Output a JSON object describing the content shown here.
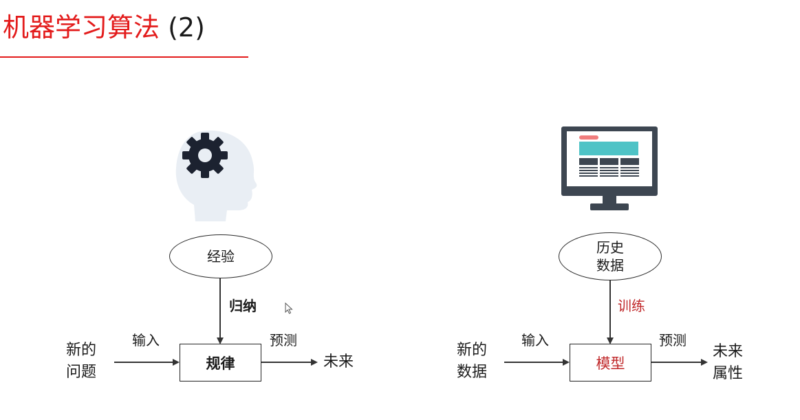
{
  "slide": {
    "title_cjk": "机器学习算法",
    "title_num": "(2)"
  },
  "left": {
    "icon": "head-gear-icon",
    "ellipse_label": "经验",
    "edge_label": "归纳",
    "input_label": "输入",
    "output_label": "预测",
    "source_lines": [
      "新的",
      "问题"
    ],
    "box_label": "规律",
    "target_label": "未来"
  },
  "right": {
    "icon": "computer-monitor-icon",
    "ellipse_lines": [
      "历史",
      "数据"
    ],
    "edge_label": "训练",
    "input_label": "输入",
    "output_label": "预测",
    "source_lines": [
      "新的",
      "数据"
    ],
    "box_label": "模型",
    "target_lines": [
      "未来",
      "属性"
    ]
  },
  "colors": {
    "title_accent": "#e31b1b",
    "highlight_text": "#c0282a",
    "monitor_body": "#3d4651",
    "monitor_banner": "#4ec3c6",
    "monitor_tab": "#f07d7d"
  }
}
